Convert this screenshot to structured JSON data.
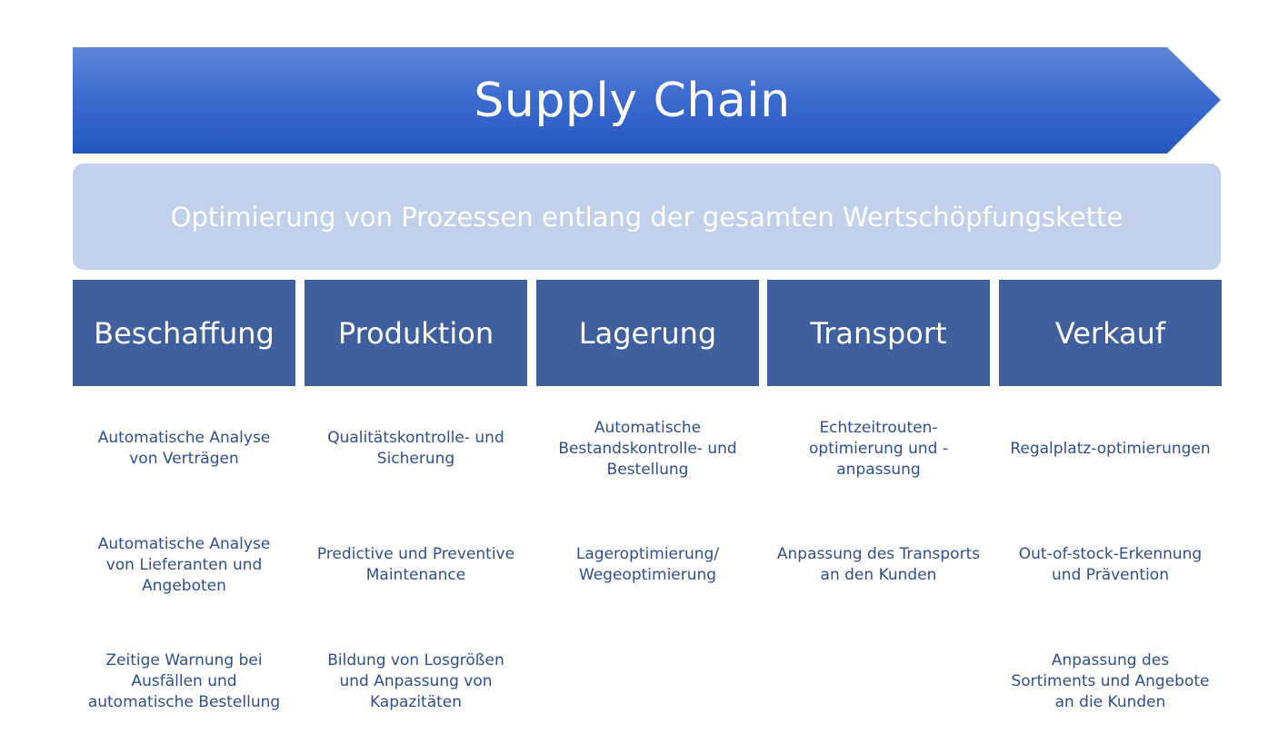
{
  "banner": {
    "title": "Supply Chain"
  },
  "subtitle": "Optimierung von Prozessen entlang der gesamten Wertschöpfungskette",
  "columns": [
    {
      "title": "Beschaffung",
      "items": [
        "Automatische Analyse von Verträgen",
        "Automatische Analyse von Lieferanten und Angeboten",
        "Zeitige Warnung bei Ausfällen und automatische Bestellung"
      ]
    },
    {
      "title": "Produktion",
      "items": [
        "Qualitätskontrolle- und Sicherung",
        "Predictive und Preventive Maintenance",
        "Bildung von Losgrößen und Anpassung von Kapazitäten"
      ]
    },
    {
      "title": "Lagerung",
      "items": [
        "Automatische Bestandskontrolle- und Bestellung",
        "Lageroptimierung/ Wegeoptimierung"
      ]
    },
    {
      "title": "Transport",
      "items": [
        "Echtzeitrouten-optimierung und -anpassung",
        "Anpassung des Transports an den Kunden"
      ]
    },
    {
      "title": "Verkauf",
      "items": [
        "Regalplatz-optimierungen",
        "Out-of-stock-Erkennung und Prävention",
        "Anpassung des Sortiments und Angebote an die Kunden"
      ]
    }
  ]
}
